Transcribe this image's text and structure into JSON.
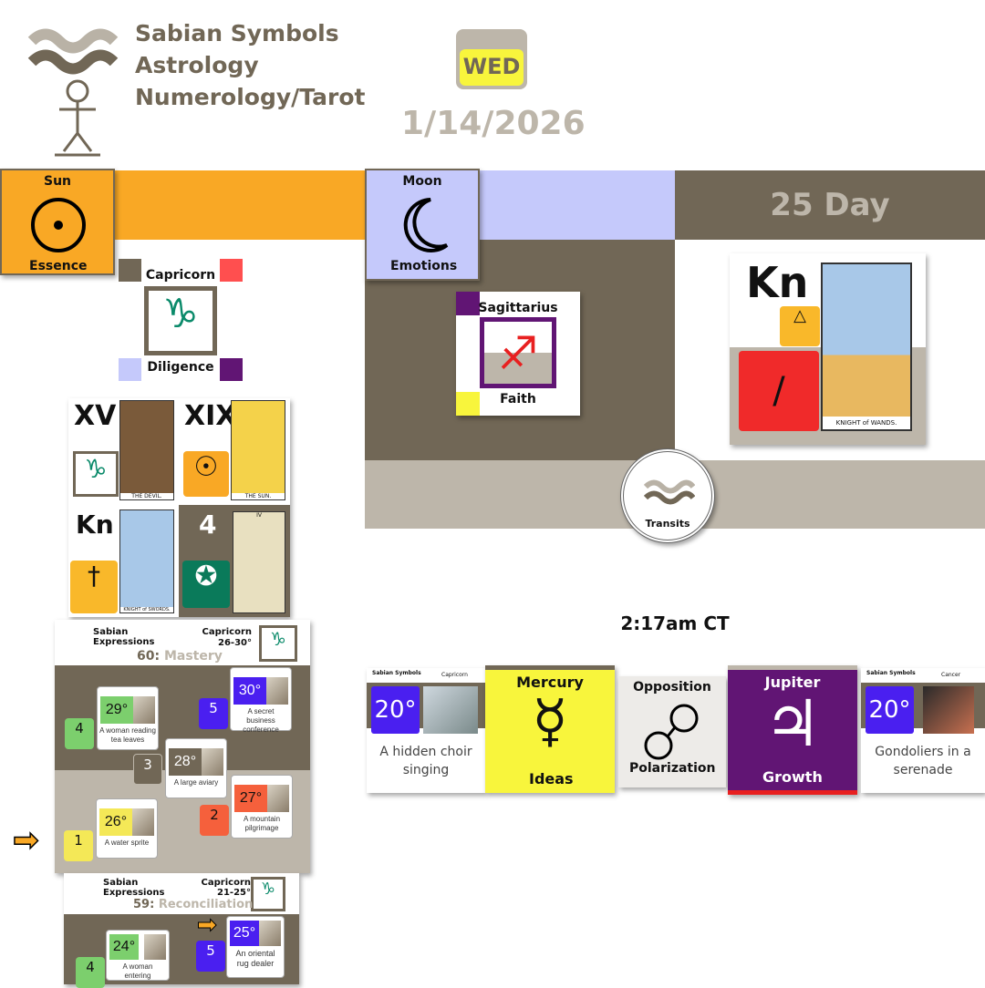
{
  "header": {
    "lines": [
      "Sabian Symbols",
      "Astrology",
      "Numerology/Tarot"
    ],
    "weekday": "WED",
    "date": "1/14/2026",
    "day_label": "25 Day"
  },
  "sun": {
    "title": "Sun",
    "keyword": "Essence",
    "color": "#f9a825"
  },
  "moon": {
    "title": "Moon",
    "keyword": "Emotions",
    "color": "#c5c9fb"
  },
  "sun_sign": {
    "title": "Capricorn",
    "keyword": "Diligence"
  },
  "moon_sign": {
    "title": "Sagittarius",
    "keyword": "Faith"
  },
  "day_card": {
    "rank": "Kn",
    "card_caption": "KNIGHT of WANDS."
  },
  "tarot_grid": [
    {
      "rank": "XV",
      "caption": "THE DEVIL."
    },
    {
      "rank": "XIX",
      "caption": "THE SUN."
    },
    {
      "rank": "Kn",
      "caption": "KNIGHT of SWORDS."
    },
    {
      "rank": "4",
      "caption": "IV"
    }
  ],
  "transits": {
    "label": "Transits",
    "time": "2:17am CT"
  },
  "expressions": [
    {
      "brand": "Sabian Expressions",
      "sign": "Capricorn",
      "range": "26-30°",
      "number": "60:",
      "name": "Mastery",
      "cards": [
        {
          "deg": "30°",
          "text": "A secret business conference",
          "num": "5",
          "color": "#4a1ff0"
        },
        {
          "deg": "29°",
          "text": "A woman reading tea leaves",
          "num": "4",
          "color": "#7ccf6d"
        },
        {
          "deg": "28°",
          "text": "A large aviary",
          "num": "3",
          "color": "#716756"
        },
        {
          "deg": "27°",
          "text": "A mountain pilgrimage",
          "num": "2",
          "color": "#f5603c"
        },
        {
          "deg": "26°",
          "text": "A water sprite",
          "num": "1",
          "color": "#f4e857"
        }
      ]
    },
    {
      "brand": "Sabian Expressions",
      "sign": "Capricorn",
      "range": "21-25°",
      "number": "59:",
      "name": "Reconciliation",
      "cards": [
        {
          "deg": "25°",
          "text": "An oriental rug dealer",
          "num": "5",
          "color": "#4a1ff0"
        },
        {
          "deg": "24°",
          "text": "A woman entering",
          "num": "4",
          "color": "#7ccf6d"
        }
      ]
    }
  ],
  "aspect": {
    "left": {
      "brand": "Sabian Symbols",
      "sign": "Capricorn",
      "deg": "20°",
      "text": "A hidden choir singing"
    },
    "planet1": {
      "title": "Mercury",
      "keyword": "Ideas",
      "color": "#f8f53c"
    },
    "aspect": {
      "title": "Opposition",
      "keyword": "Polarization"
    },
    "planet2": {
      "title": "Jupiter",
      "keyword": "Growth",
      "color": "#611574"
    },
    "right": {
      "brand": "Sabian Symbols",
      "sign": "Cancer",
      "deg": "20°",
      "text": "Gondoliers in a serenade"
    }
  }
}
